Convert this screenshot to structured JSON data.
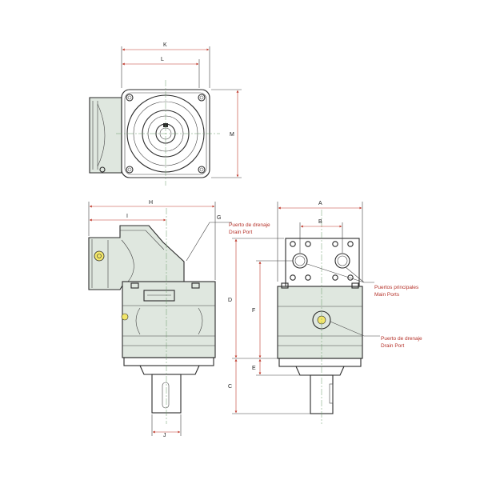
{
  "dimensions": {
    "K": "K",
    "L": "L",
    "M": "M",
    "H": "H",
    "I": "I",
    "G": "G",
    "A": "A",
    "B": "B",
    "D": "D",
    "F": "F",
    "E": "E",
    "C": "C",
    "J": "J"
  },
  "callouts": {
    "drain_port_top": {
      "es": "Puerto de drenaje",
      "en": "Drain Port"
    },
    "main_ports": {
      "es": "Puertos principales",
      "en": "Main Ports"
    },
    "drain_port_right": {
      "es": "Puerto de drenaje",
      "en": "Drain Port"
    }
  },
  "colors": {
    "outline": "#2a2a2a",
    "dimension": "#c0392b",
    "centerline": "#6a9a6a",
    "shade": "#dfe7df",
    "port_highlight": "#f2e66a"
  }
}
